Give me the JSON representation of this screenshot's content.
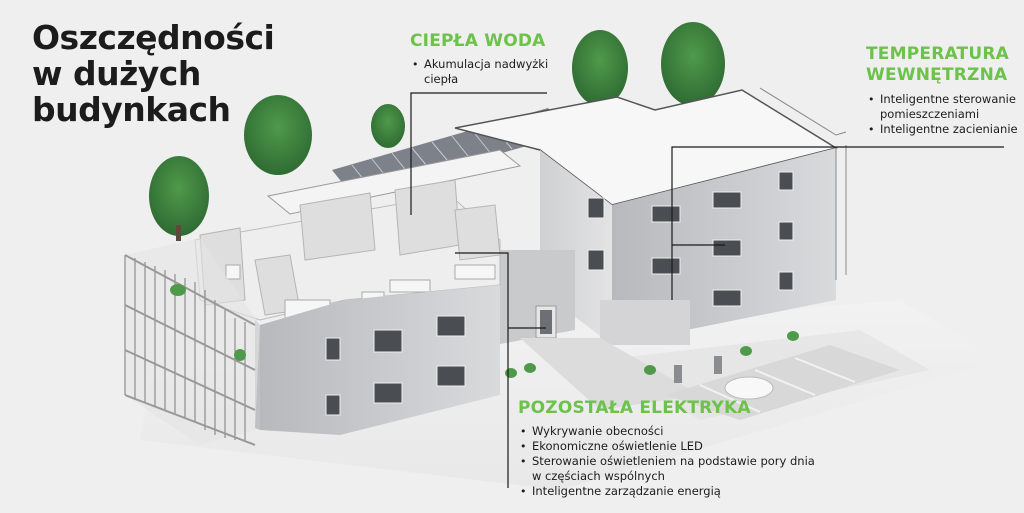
{
  "title": {
    "lines": [
      "Oszczędności",
      "w dużych",
      "budynkach"
    ]
  },
  "callouts": {
    "hot_water": {
      "heading": "CIEPŁA WODA",
      "items": [
        "Akumulacja nadwyżki ciepła"
      ]
    },
    "indoor_temperature": {
      "heading_lines": [
        "TEMPERATURA",
        "WEWNĘTRZNA"
      ],
      "items": [
        "Inteligentne sterowanie pomieszczeniami",
        "Inteligentne zacienianie"
      ]
    },
    "other_electrics": {
      "heading": "POZOSTAŁA ELEKTRYKA",
      "items": [
        "Wykrywanie obecności",
        "Ekonomiczne oświetlenie LED",
        "Sterowanie oświetleniem na podstawie pory dnia w częściach wspólnych",
        "Inteligentne zarządzanie energią"
      ]
    }
  },
  "colors": {
    "background": "#efefef",
    "accent_green": "#6cc24a",
    "text": "#1c1c1c",
    "leader_line": "#1a1a1a"
  },
  "illustration": {
    "subject": "isometric cutaway of a multi-storey apartment building with solar panels, balconies, trees, EV chargers and parking"
  }
}
